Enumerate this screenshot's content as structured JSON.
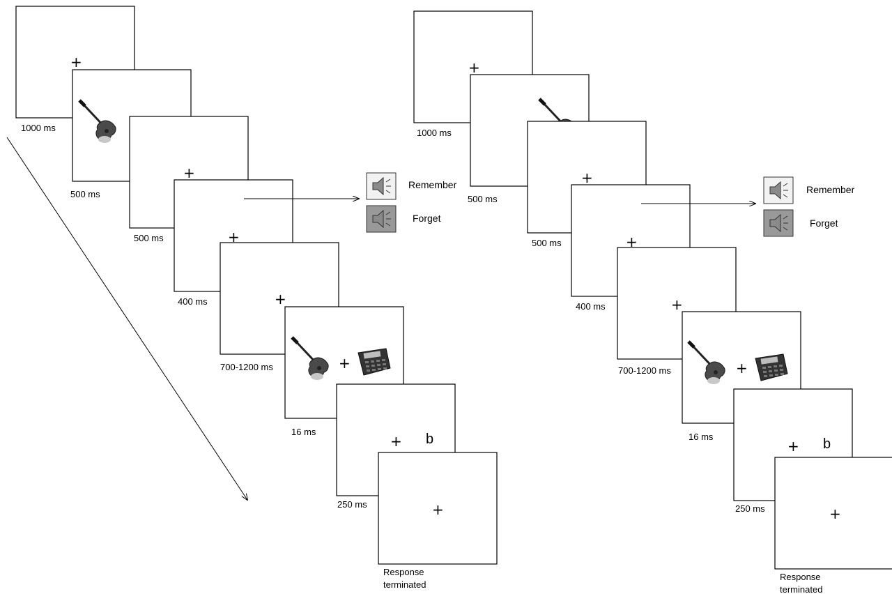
{
  "panels": [
    {
      "name": "left",
      "durations": [
        "1000 ms",
        "500 ms",
        "500 ms",
        "400 ms",
        "700-1200 ms",
        "16 ms",
        "250 ms",
        "Response",
        "terminated"
      ],
      "fixation": "+",
      "probe_letter": "b",
      "cues": {
        "remember": "Remember",
        "forget": "Forget"
      }
    },
    {
      "name": "right",
      "durations": [
        "1000 ms",
        "500 ms",
        "500 ms",
        "400 ms",
        "700-1200 ms",
        "16 ms",
        "250 ms",
        "Response",
        "terminated"
      ],
      "fixation": "+",
      "probe_letter": "b",
      "cues": {
        "remember": "Remember",
        "forget": "Forget"
      }
    }
  ],
  "icons": {
    "speaker": "speaker-icon",
    "guitar": "guitar-image",
    "calculator": "calculator-image"
  },
  "colors": {
    "remember_cue_bg": "#f2f2f2",
    "forget_cue_bg": "#999999",
    "speaker_fill": "#8a8a8a"
  }
}
